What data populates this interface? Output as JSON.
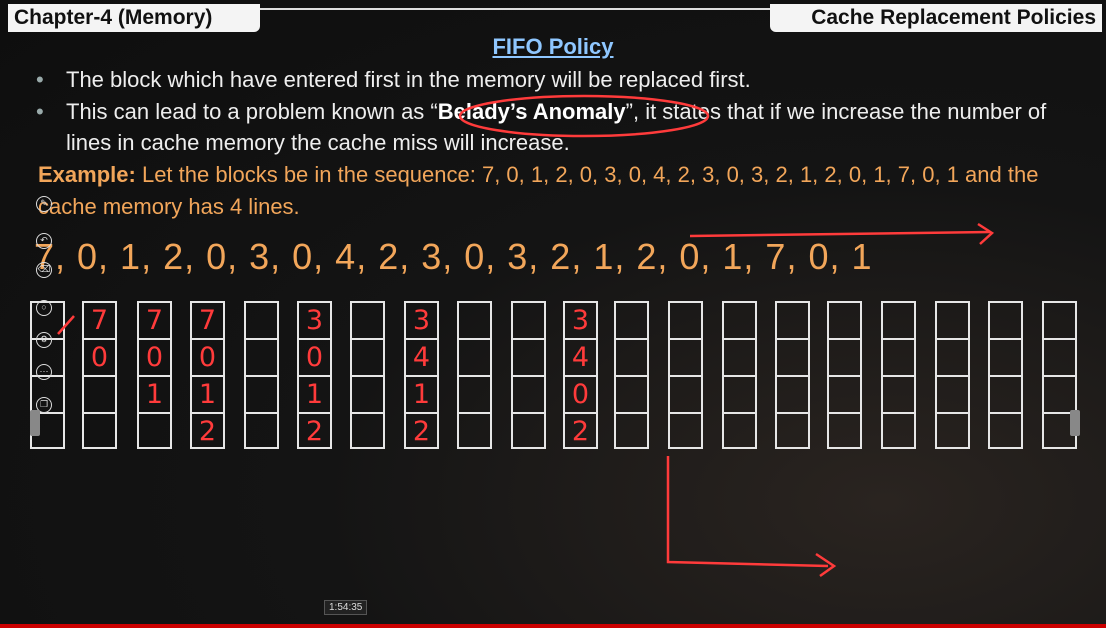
{
  "header": {
    "chapter": "Chapter-4 (Memory)",
    "topic": "Cache Replacement Policies"
  },
  "slide": {
    "title": "FIFO Policy",
    "bullets": [
      "The block which have entered first in the memory will be replaced first.",
      {
        "pre": "This can lead to a problem known as “",
        "bold": "Belady’s Anomaly",
        "post": "”, it states that if we increase the number of lines in cache memory the cache miss will increase."
      }
    ],
    "example_label": "Example:",
    "example_text": "Let the blocks be in the sequence: 7, 0, 1, 2, 0, 3, 0, 4, 2, 3, 0, 3, 2, 1, 2, 0, 1, 7, 0, 1 and the cache memory has 4 lines.",
    "sequence": "7, 0, 1, 2, 0, 3, 0, 4, 2, 3, 0, 3, 2, 1, 2, 0, 1, 7, 0, 1"
  },
  "cache_columns": [
    [
      "",
      "",
      "",
      ""
    ],
    [
      "7",
      "0",
      "",
      ""
    ],
    [
      "7",
      "0",
      "1",
      ""
    ],
    [
      "7",
      "0",
      "1",
      "2"
    ],
    [
      "",
      "",
      "",
      ""
    ],
    [
      "3",
      "0",
      "1",
      "2"
    ],
    [
      "",
      "",
      "",
      ""
    ],
    [
      "3",
      "4",
      "1",
      "2"
    ],
    [
      "",
      "",
      "",
      ""
    ],
    [
      "",
      "",
      "",
      ""
    ],
    [
      "3",
      "4",
      "0",
      "2"
    ],
    [
      "",
      "",
      "",
      ""
    ],
    [
      "",
      "",
      "",
      ""
    ],
    [
      "",
      "",
      "",
      ""
    ],
    [
      "",
      "",
      "",
      ""
    ],
    [
      "",
      "",
      "",
      ""
    ],
    [
      "",
      "",
      "",
      ""
    ],
    [
      "",
      "",
      "",
      ""
    ],
    [
      "",
      "",
      "",
      ""
    ],
    [
      "",
      "",
      "",
      ""
    ]
  ],
  "player": {
    "timestamp": "1:54:35"
  },
  "colors": {
    "accent_orange": "#f2a65a",
    "ink_red": "#ff3b3b",
    "title_blue": "#8fc7ff"
  },
  "icons": [
    "pen-tool-icon",
    "undo-icon",
    "eraser-icon",
    "shape-icon",
    "settings-icon",
    "more-icon",
    "copy-icon"
  ]
}
